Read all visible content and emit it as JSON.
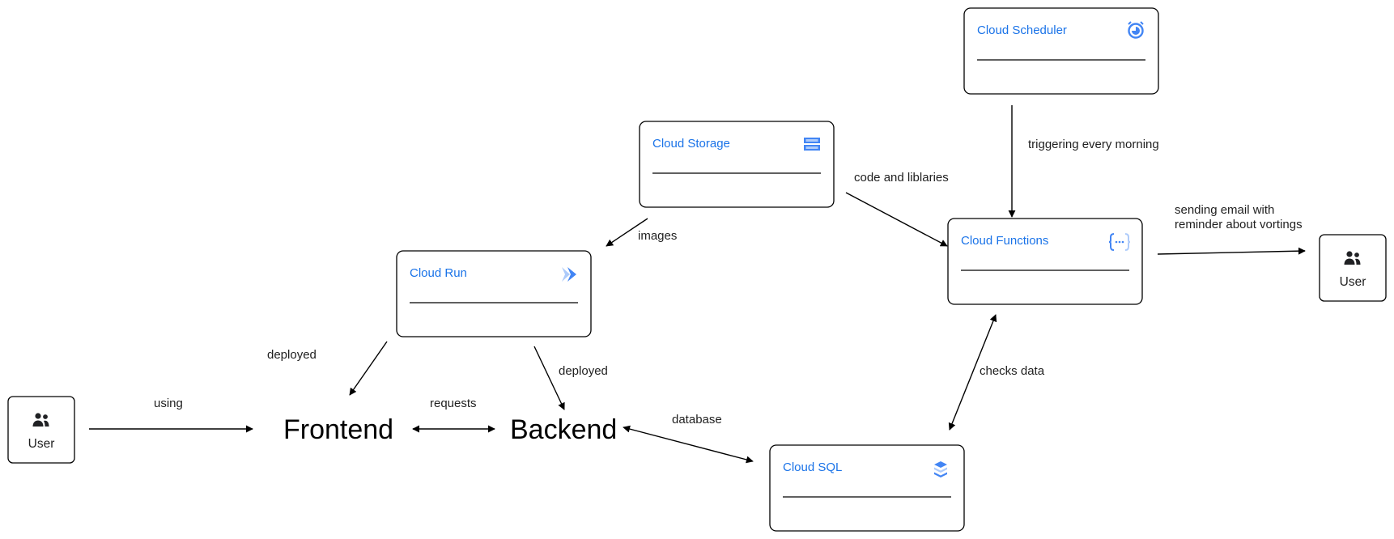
{
  "colors": {
    "service_title": "#1a73e8",
    "icon_blue": "#4285f4",
    "icon_light": "#aecbfa",
    "stroke": "#000000"
  },
  "nodes": {
    "user_left": {
      "label": "User",
      "icon": "users-icon"
    },
    "user_right": {
      "label": "User",
      "icon": "users-icon"
    },
    "frontend": {
      "label": "Frontend"
    },
    "backend": {
      "label": "Backend"
    },
    "cloud_storage": {
      "title": "Cloud Storage",
      "icon": "cloud-storage-icon"
    },
    "cloud_run": {
      "title": "Cloud Run",
      "icon": "cloud-run-icon"
    },
    "cloud_scheduler": {
      "title": "Cloud Scheduler",
      "icon": "cloud-scheduler-icon"
    },
    "cloud_functions": {
      "title": "Cloud Functions",
      "icon": "cloud-functions-icon"
    },
    "cloud_sql": {
      "title": "Cloud SQL",
      "icon": "cloud-sql-icon"
    }
  },
  "edges": {
    "using": "using",
    "requests": "requests",
    "deployed_frontend": "deployed",
    "deployed_backend": "deployed",
    "images": "images",
    "code_libraries": "code and liblaries",
    "triggering": "triggering every morning",
    "sending_line1": "sending email with",
    "sending_line2": "reminder about vortings",
    "database": "database",
    "checks_data": "checks data"
  }
}
